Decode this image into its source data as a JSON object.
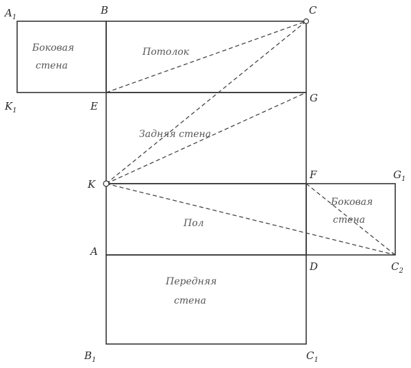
{
  "points": {
    "A1": {
      "base": "A",
      "sub": "1"
    },
    "B": {
      "base": "B",
      "sub": ""
    },
    "C": {
      "base": "C",
      "sub": ""
    },
    "K1": {
      "base": "K",
      "sub": "1"
    },
    "E": {
      "base": "E",
      "sub": ""
    },
    "G": {
      "base": "G",
      "sub": ""
    },
    "K": {
      "base": "K",
      "sub": ""
    },
    "F": {
      "base": "F",
      "sub": ""
    },
    "G1": {
      "base": "G",
      "sub": "1"
    },
    "A": {
      "base": "A",
      "sub": ""
    },
    "D": {
      "base": "D",
      "sub": ""
    },
    "C2": {
      "base": "C",
      "sub": "2"
    },
    "B1": {
      "base": "B",
      "sub": "1"
    },
    "C1": {
      "base": "C",
      "sub": "1"
    }
  },
  "faces": {
    "side_wall_left": [
      "Боковая",
      "стена"
    ],
    "ceiling": [
      "Потолок"
    ],
    "back_wall": [
      "Задняя стена"
    ],
    "floor": [
      "Пол"
    ],
    "side_wall_right": [
      "Боковая",
      "стена"
    ],
    "front_wall": [
      "Передняя",
      "стена"
    ]
  }
}
